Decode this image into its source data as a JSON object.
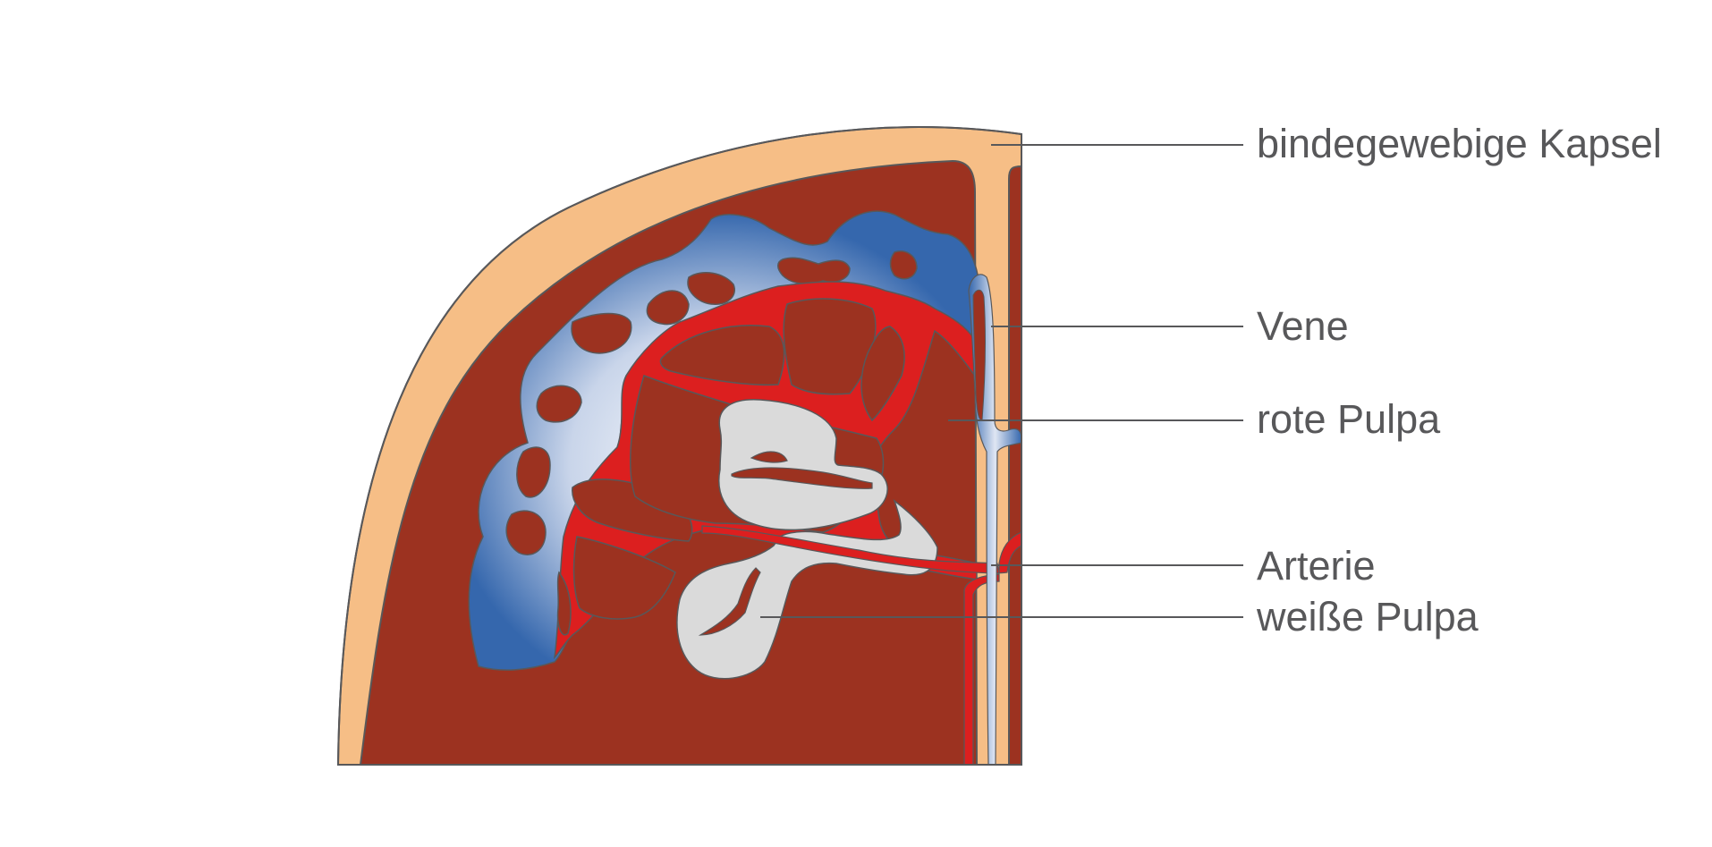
{
  "diagram": {
    "labels": {
      "capsule": "bindegewebige Kapsel",
      "vein": "Vene",
      "red_pulp": "rote Pulpa",
      "artery": "Arterie",
      "white_pulp": "weiße Pulpa"
    },
    "colors": {
      "capsule": "#f6be86",
      "red_pulp": "#9c3220",
      "artery": "#dc1f1f",
      "vein_blue": "#3567ad",
      "white_pulp": "#dadada",
      "outline": "#58585a",
      "label_text": "#58585a"
    }
  }
}
